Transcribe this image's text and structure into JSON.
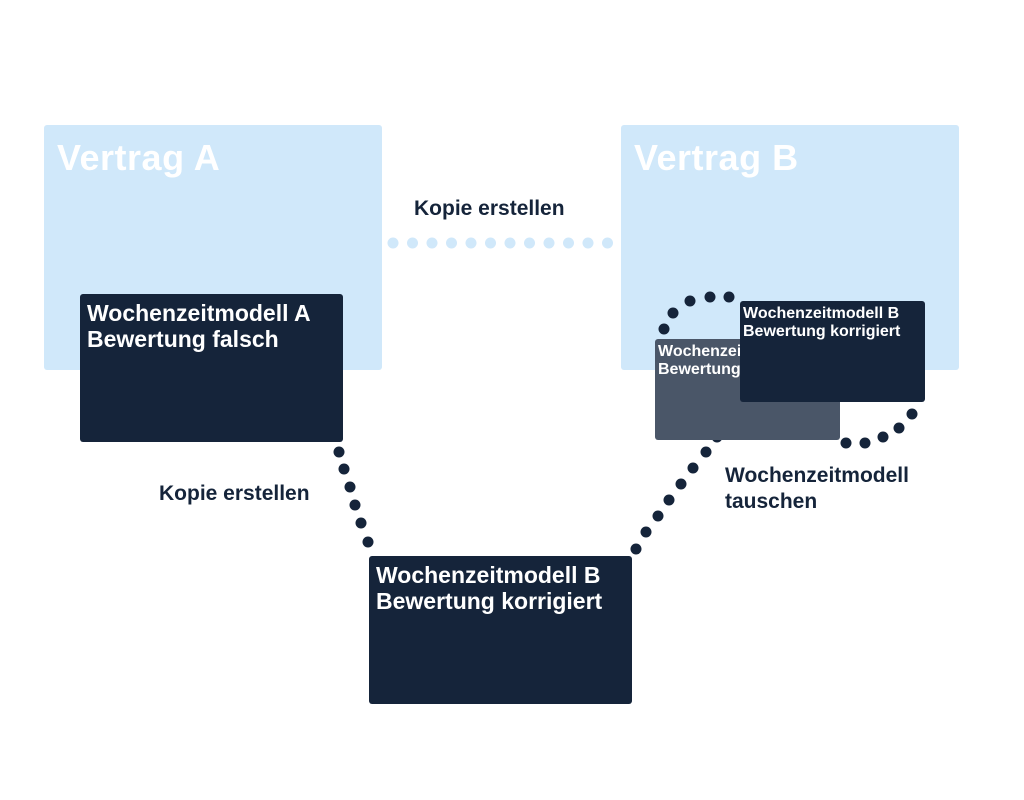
{
  "colors": {
    "contract_bg": "#d0e8fa",
    "model_dark": "#15243a",
    "model_grey": "#4a5668",
    "dots_light": "#d0e8fa",
    "dots_dark": "#15243a"
  },
  "contract_a": {
    "title": "Vertrag A"
  },
  "contract_b": {
    "title": "Vertrag B"
  },
  "model_a": {
    "line1": "Wochenzeitmodell A",
    "line2": "Bewertung falsch"
  },
  "model_b_copy": {
    "line1": "Wochenzeitmodell B",
    "line2": "Bewertung korrigiert"
  },
  "model_b_old": {
    "line1": "Wochenzeitmodell B",
    "line2": "Bewertung falsch"
  },
  "model_b_new": {
    "line1": "Wochenzeitmodell B",
    "line2": "Bewertung korrigiert"
  },
  "labels": {
    "copy_contract": "Kopie erstellen",
    "copy_model": "Kopie erstellen",
    "swap_line1": "Wochenzeitmodell",
    "swap_line2": "tauschen"
  }
}
